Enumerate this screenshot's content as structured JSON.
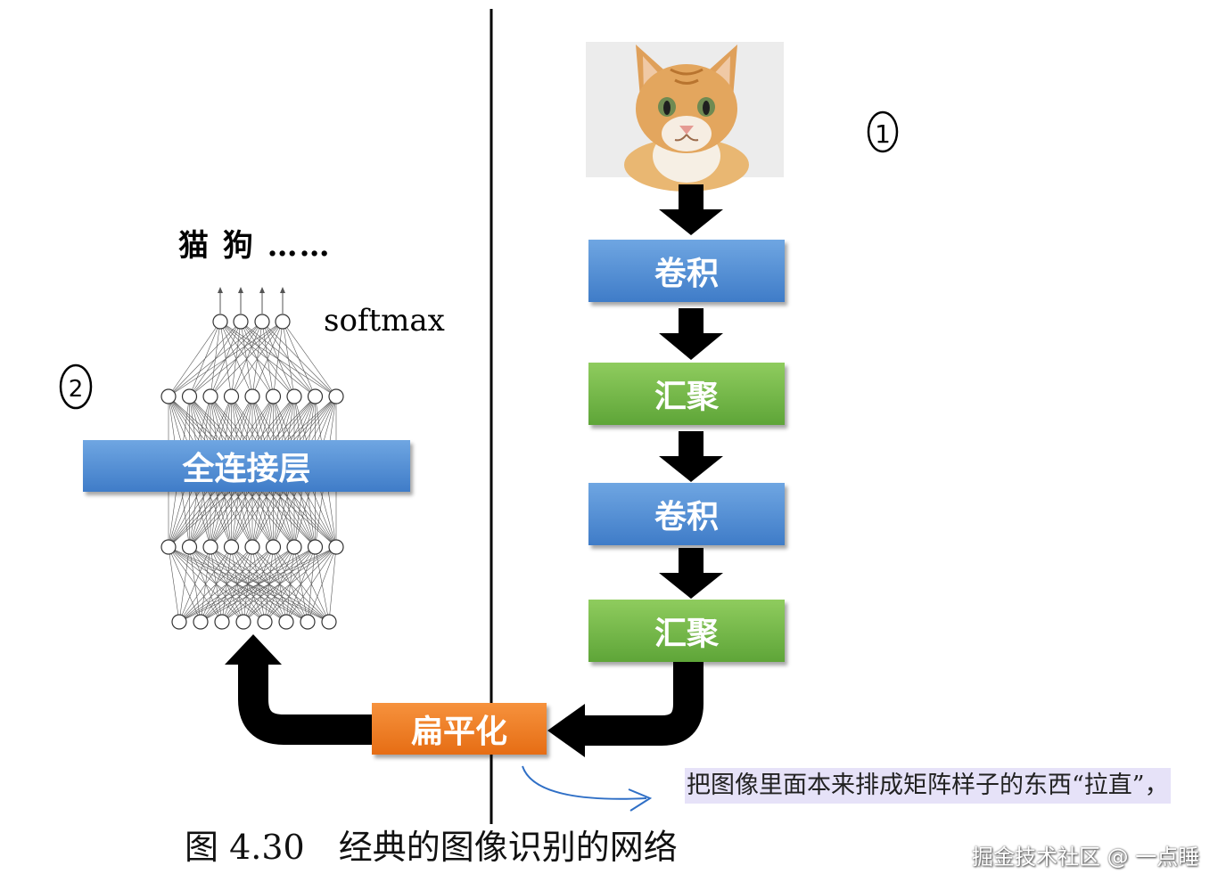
{
  "left_panel": {
    "output_labels": "猫 狗 ……",
    "softmax_label": "softmax",
    "fc_layer_label": "全连接层",
    "annotation_mark": "2"
  },
  "right_panel": {
    "annotation_mark": "1",
    "image_icon": "cat-photo",
    "steps": [
      {
        "label": "卷积"
      },
      {
        "label": "汇聚"
      },
      {
        "label": "卷积"
      },
      {
        "label": "汇聚"
      }
    ]
  },
  "flatten_label": "扁平化",
  "note_text": "把图像里面本来排成矩阵样子的东西“拉直”，",
  "caption": "图 4.30　经典的图像识别的网络",
  "watermark": "掘金技术社区 @ 一点睡",
  "colors": {
    "conv": "#4a86cf",
    "pool": "#6db33f",
    "flatten": "#ef7d22",
    "note_highlight": "#e6e2f8",
    "annotation_ink": "#2f6fc6"
  }
}
